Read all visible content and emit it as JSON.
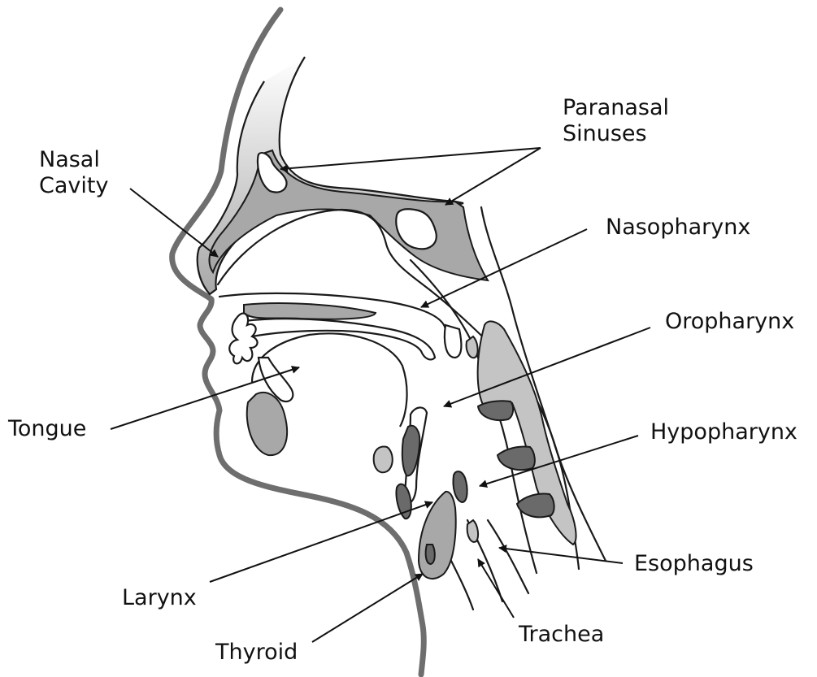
{
  "labels": {
    "paranasal_sinuses_1": "Paranasal",
    "paranasal_sinuses_2": "Sinuses",
    "nasal_cavity_1": "Nasal",
    "nasal_cavity_2": "Cavity",
    "nasopharynx": "Nasopharynx",
    "oropharynx": "Oropharynx",
    "hypopharynx": "Hypopharynx",
    "tongue": "Tongue",
    "esophagus": "Esophagus",
    "larynx": "Larynx",
    "trachea": "Trachea",
    "thyroid": "Thyroid"
  },
  "colors": {
    "background": "#ffffff",
    "ink": "#111111",
    "tissue_grey": "#a8a8a8",
    "light_grey": "#c4c4c4",
    "dark_grey": "#6a6a6a",
    "skin_outline": "#6e6e6e"
  }
}
